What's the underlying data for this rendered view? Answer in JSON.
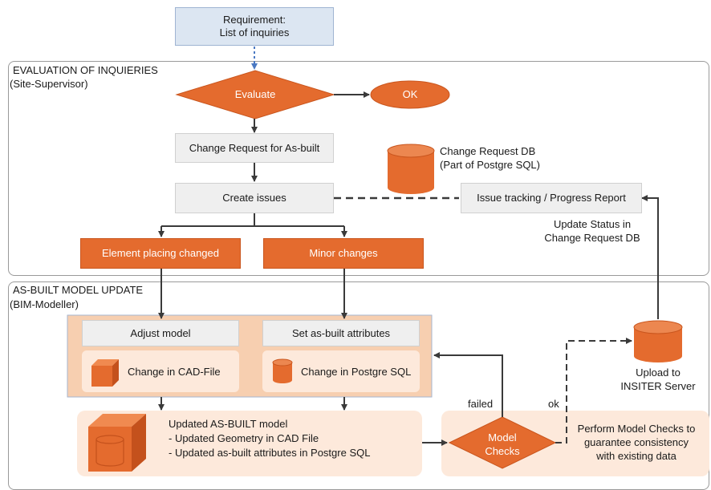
{
  "requirement": {
    "line1": "Requirement:",
    "line2": "List of inquiries"
  },
  "evaluation_section": {
    "title": "EVALUATION OF INQUIERIES",
    "subtitle": "(Site-Supervisor)"
  },
  "evaluate": "Evaluate",
  "ok": "OK",
  "change_request": "Change Request for As-built",
  "create_issues": "Create issues",
  "change_request_db": {
    "line1": "Change Request DB",
    "line2": "(Part of Postgre SQL)"
  },
  "issue_tracking": "Issue tracking / Progress Report",
  "update_status": {
    "line1": "Update Status in",
    "line2": "Change Request DB"
  },
  "element_placing": "Element placing changed",
  "minor_changes": "Minor changes",
  "asbuilt_section": {
    "title": "AS-BUILT MODEL UPDATE",
    "subtitle": "(BIM-Modeller)"
  },
  "adjust_model": "Adjust model",
  "set_attributes": "Set as-built attributes",
  "change_cad": "Change in CAD-File",
  "change_postgre": "Change in Postgre SQL",
  "upload": {
    "line1": "Upload to",
    "line2": "INSITER Server"
  },
  "failed": "failed",
  "ok_label": "ok",
  "updated_model": {
    "title": "Updated AS-BUILT model",
    "item1": "-  Updated Geometry in CAD File",
    "item2": "-  Updated as-built attributes in Postgre SQL"
  },
  "model_checks": {
    "line1": "Model",
    "line2": "Checks"
  },
  "perform_checks": {
    "line1": "Perform Model Checks to",
    "line2": "guarantee consistency",
    "line3": "with existing data"
  },
  "colors": {
    "orange": "#e46b2e",
    "light_orange": "#fde9db",
    "panel": "#f7cfb0",
    "blue": "#dce6f2",
    "gray": "#efefef",
    "arrow": "#3a3a3a",
    "dashed_blue": "#4a78c2"
  }
}
